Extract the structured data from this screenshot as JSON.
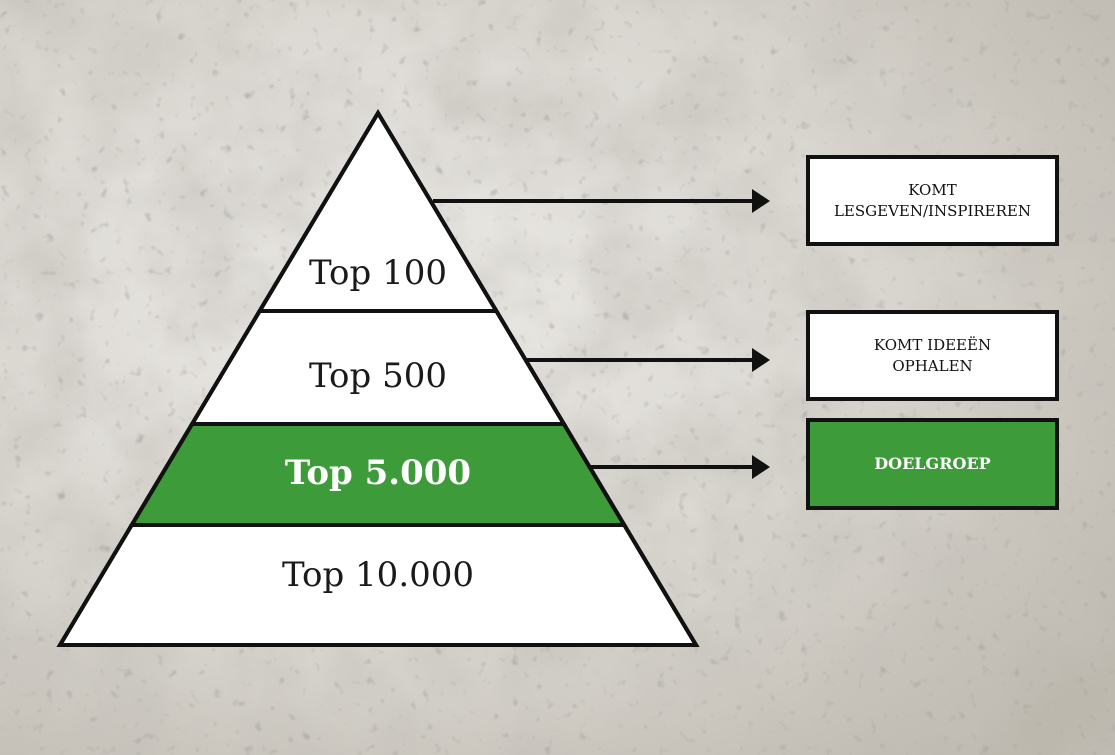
{
  "colors": {
    "highlight": "#3e9b3a",
    "outline": "#111111",
    "level_fill": "#ffffff"
  },
  "pyramid": {
    "levels": [
      {
        "label": "Top 100",
        "highlight": false
      },
      {
        "label": "Top 500",
        "highlight": false
      },
      {
        "label": "Top 5.000",
        "highlight": true
      },
      {
        "label": "Top 10.000",
        "highlight": false
      }
    ]
  },
  "callouts": [
    {
      "text": "KOMT\nLESGEVEN/INSPIREREN",
      "highlight": false
    },
    {
      "text": "KOMT IDEEËN\nOPHALEN",
      "highlight": false
    },
    {
      "text": "DOELGROEP",
      "highlight": true
    }
  ]
}
